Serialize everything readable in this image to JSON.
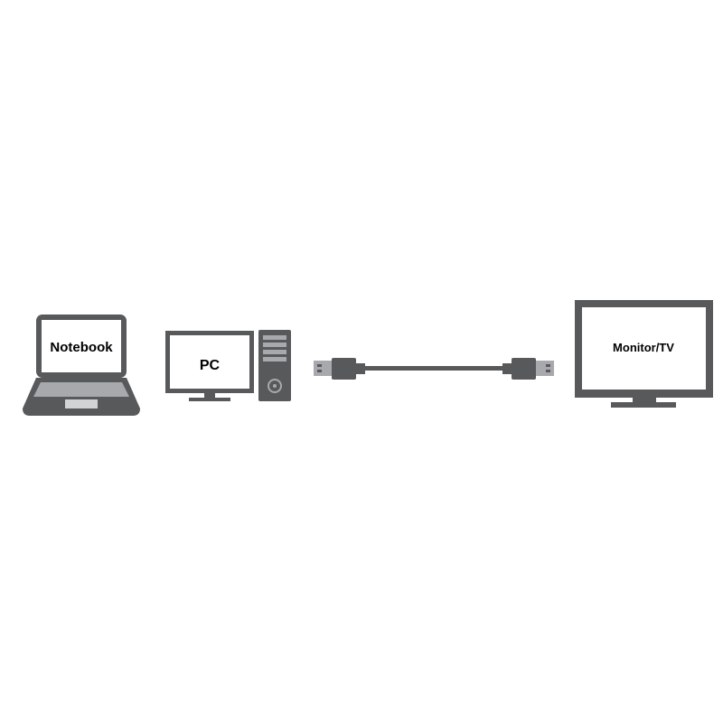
{
  "colors": {
    "device_gray": "#58595b",
    "keyboard_gray": "#a7a9ac",
    "accent_light": "#d1d3d4",
    "screen_white": "#ffffff",
    "text": "#000000"
  },
  "devices": {
    "notebook": {
      "label": "Notebook"
    },
    "pc": {
      "label": "PC"
    },
    "monitor": {
      "label": "Monitor/TV"
    }
  },
  "cable": {
    "icon": "usb-a-to-usb-a-cable-icon"
  }
}
